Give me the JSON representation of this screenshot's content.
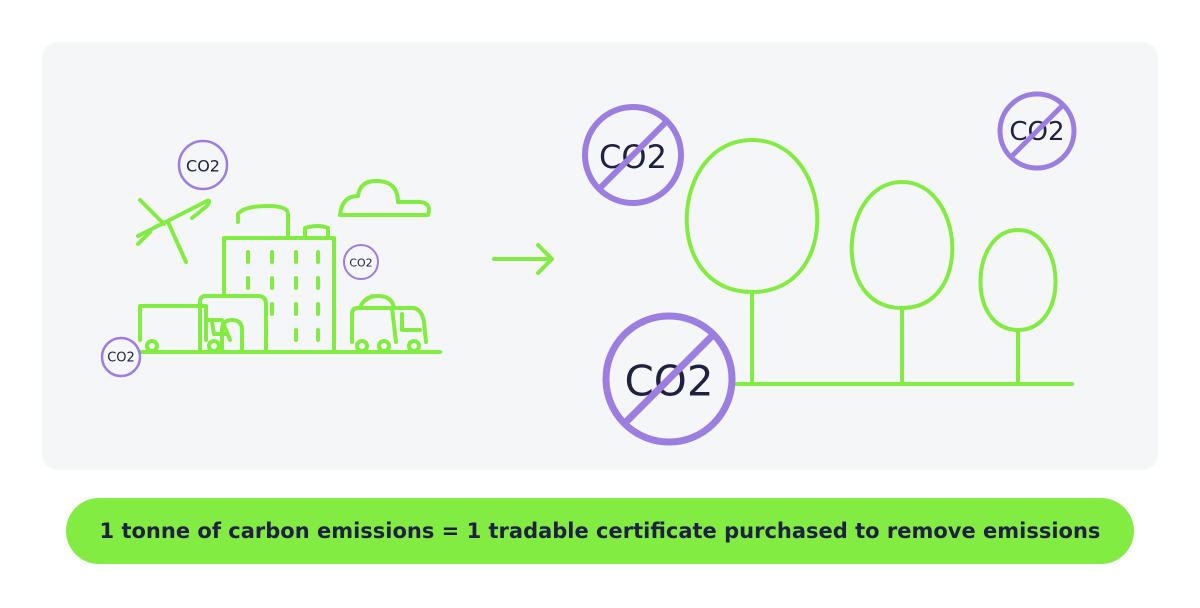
{
  "badges": {
    "co2_plane": "CO2",
    "co2_factory": "CO2",
    "co2_truck": "CO2",
    "co2_removed_top": "CO2",
    "co2_removed_corner": "CO2",
    "co2_removed_bottom": "CO2"
  },
  "banner": {
    "text": "1 tonne of carbon emissions = 1 tradable certificate purchased to remove emissions"
  },
  "colors": {
    "accent_green": "#83ec43",
    "badge_purple": "#9b7ee0",
    "text_dark": "#1e2140",
    "panel_bg": "#f5f6f8"
  }
}
